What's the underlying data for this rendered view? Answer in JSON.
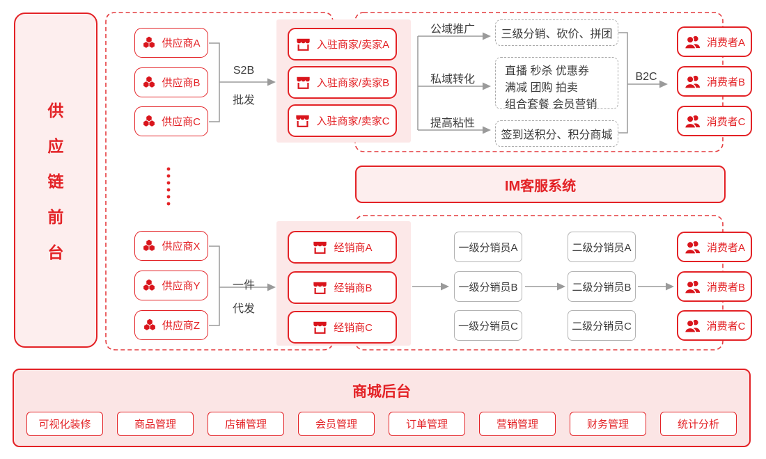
{
  "colors": {
    "accent_red": "#e32226",
    "icon_red": "#d9151c",
    "panel_pink": "#fce8e8",
    "light_pink": "#fdeeee",
    "bar_pink": "#fbe5e5",
    "line_gray": "#9a9a9a",
    "text_gray": "#3c3c3c"
  },
  "sidebar": {
    "chars": [
      "供",
      "应",
      "链",
      "前",
      "台"
    ]
  },
  "top": {
    "suppliers": [
      "供应商A",
      "供应商B",
      "供应商C"
    ],
    "s2b_line1": "S2B",
    "s2b_line2": "批发",
    "merchants": [
      "入驻商家/卖家A",
      "入驻商家/卖家B",
      "入驻商家/卖家C"
    ],
    "path_labels": [
      "公域推广",
      "私域转化",
      "提高粘性"
    ],
    "promo_box": "三级分销、砍价、拼团",
    "convert_box": [
      "直播 秒杀 优惠券",
      "满减 团购 拍卖",
      "组合套餐 会员营销"
    ],
    "sticky_box": "签到送积分、积分商城",
    "b2c": "B2C",
    "consumers": [
      "消费者A",
      "消费者B",
      "消费者C"
    ]
  },
  "im_banner": {
    "label": "IM客服系统"
  },
  "bottom": {
    "suppliers": [
      "供应商X",
      "供应商Y",
      "供应商Z"
    ],
    "dropship_line1": "一件",
    "dropship_line2": "代发",
    "dealers": [
      "经销商A",
      "经销商B",
      "经销商C"
    ],
    "level1": [
      "一级分销员A",
      "一级分销员B",
      "一级分销员C"
    ],
    "level2": [
      "二级分销员A",
      "二级分销员B",
      "二级分销员C"
    ],
    "consumers": [
      "消费者A",
      "消费者B",
      "消费者C"
    ]
  },
  "backstage": {
    "title": "商城后台",
    "modules": [
      "可视化装修",
      "商品管理",
      "店铺管理",
      "会员管理",
      "订单管理",
      "营销管理",
      "财务管理",
      "统计分析"
    ]
  }
}
